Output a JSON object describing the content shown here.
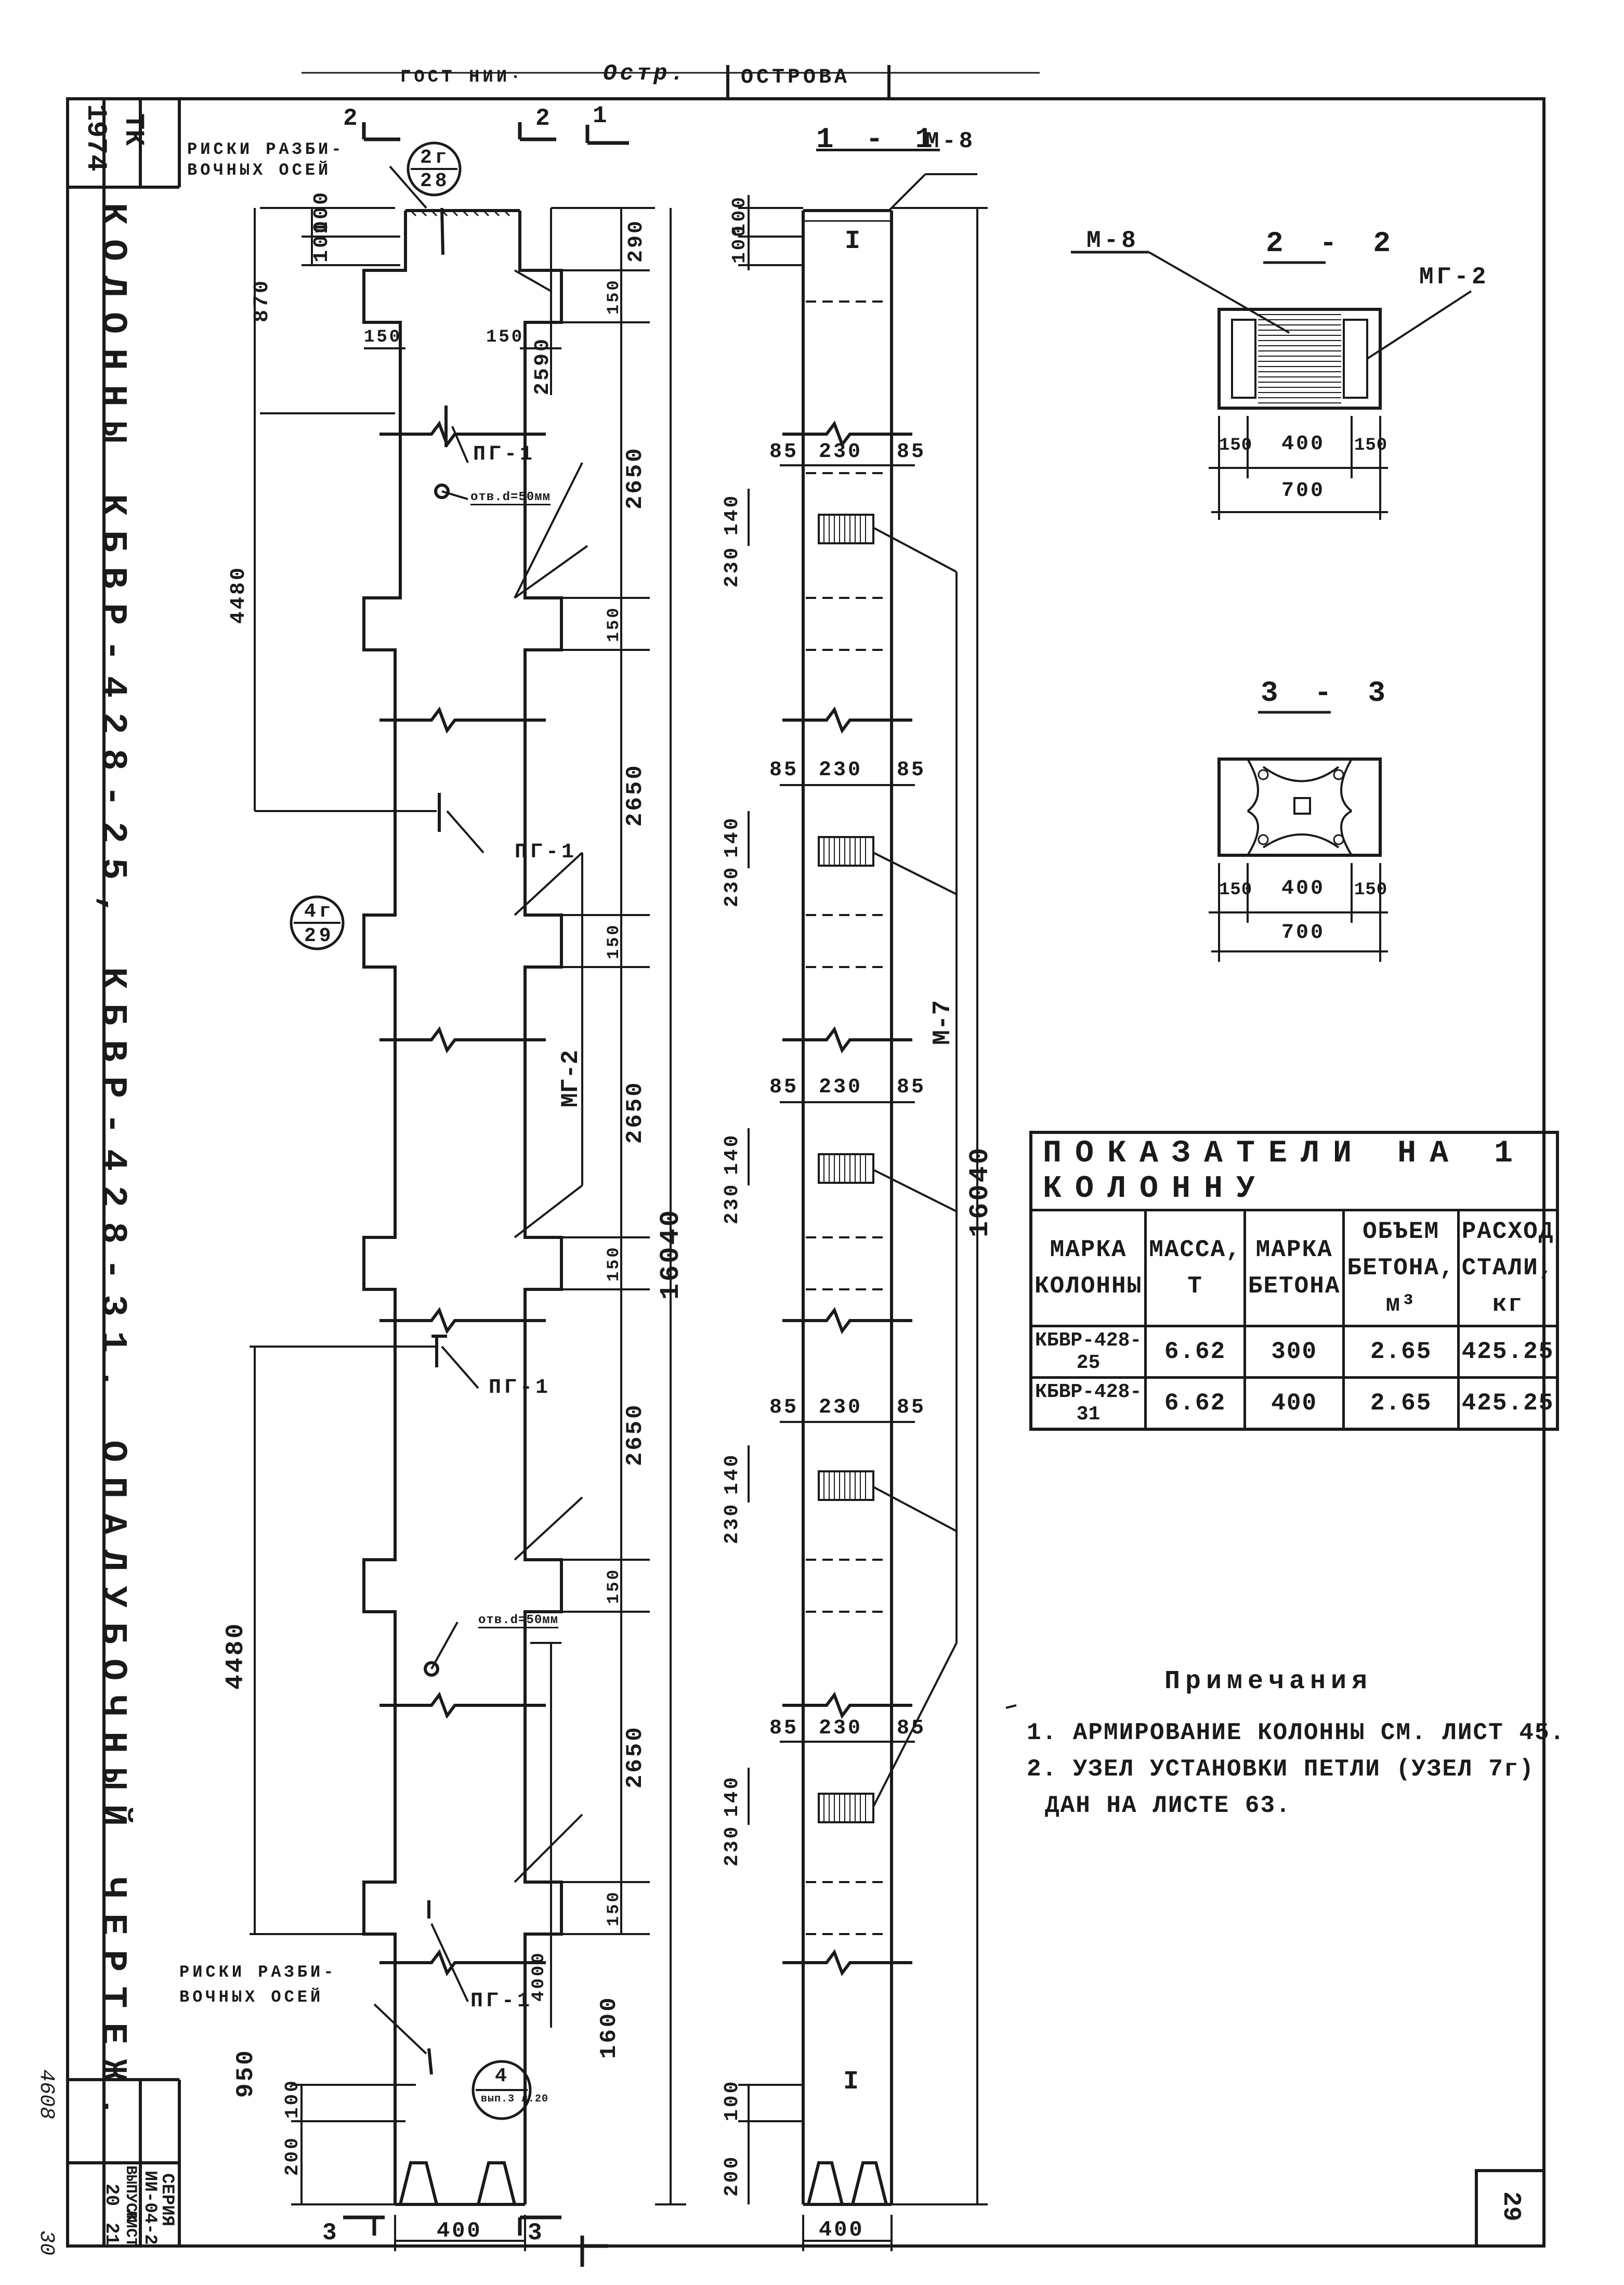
{
  "header": {
    "top_left_fragment": "ГОСТ НИИ·",
    "top_stamp": "Остр.",
    "top_right": "ОСТРОВА"
  },
  "side_stamp": {
    "year": "1974",
    "tk": "ТК",
    "title": "КОЛОННЫ КБВР-428-25, КБВР-428-31. ОПАЛУБОЧНЫЙ ЧЕРТЕЖ.",
    "series_label": "СЕРИЯ",
    "series_value": "ИИ-04-2",
    "issue_label": "ВЫПУСК",
    "issue_value": "20",
    "sheet_label": "ЛИСТ",
    "sheet_value": "21",
    "doc_number": "4608",
    "doc_number2": "30"
  },
  "elevation": {
    "axis_top": "РИСКИ РАЗБИ- ВОЧНЫХ ОСЕЙ",
    "axis_bottom": "РИСКИ РАЗБИ- ВОЧНЫХ ОСЕЙ",
    "section_2": "2",
    "section_1": "1",
    "section_3": "3",
    "callout_2g_top": "2г",
    "callout_2g_bottom": "28",
    "callout_4g_top": "4г",
    "callout_4g_bottom": "29",
    "callout_4_top": "4",
    "callout_4_bottom": "вып.3 л.20",
    "pg1": "ПГ-1",
    "mg2": "МГ-2",
    "hole_note": "отв.d=50мм",
    "dims": {
      "d100a": "100",
      "d100b": "100",
      "d870": "870",
      "d4480_top": "4480",
      "d4480_bot": "4480",
      "d150l": "150",
      "d150r": "150",
      "d290": "290",
      "d2590": "2590",
      "d150_1": "150",
      "d150_2": "150",
      "d150_3": "150",
      "d150_4": "150",
      "d150_5": "150",
      "d150_6": "150",
      "d2650_1": "2650",
      "d2650_2": "2650",
      "d2650_3": "2650",
      "d2650_4": "2650",
      "d2650_5": "2650",
      "d4000": "4000",
      "d1600": "1600",
      "d950": "950",
      "d200": "200",
      "d100c": "100",
      "d400": "400",
      "d16040": "16040"
    }
  },
  "section_1_1": {
    "title": "1 - 1",
    "m8": "М-8",
    "m7": "М-7",
    "d100a": "100",
    "d100b": "100",
    "d85l": "85",
    "d230": "230",
    "d85r": "85",
    "d230v": "230",
    "d140": "140",
    "d200": "200",
    "d100c": "100",
    "d400": "400",
    "d16040": "16040",
    "mark_I_top": "I",
    "mark_I_bot": "I"
  },
  "section_2_2": {
    "title": "2 - 2",
    "m8": "М-8",
    "mg2": "МГ-2",
    "d150l": "150",
    "d400": "400",
    "d150r": "150",
    "d700": "700"
  },
  "section_3_3": {
    "title": "3 - 3",
    "d150l": "150",
    "d400": "400",
    "d150r": "150",
    "d700": "700"
  },
  "table": {
    "title": "ПОКАЗАТЕЛИ НА 1 КОЛОННУ",
    "headers": [
      "МАРКА КОЛОННЫ",
      "МАССА, Т",
      "МАРКА БЕТОНА",
      "ОБЪЕМ БЕТОНА, м³",
      "РАСХОД СТАЛИ, кг"
    ],
    "rows": [
      [
        "КБВР-428-25",
        "6.62",
        "300",
        "2.65",
        "425.25"
      ],
      [
        "КБВР-428-31",
        "6.62",
        "400",
        "2.65",
        "425.25"
      ]
    ]
  },
  "notes": {
    "title": "Примечания",
    "line1": "1. АРМИРОВАНИЕ КОЛОННЫ СМ. ЛИСТ 45.",
    "line2": "2. УЗЕЛ УСТАНОВКИ ПЕТЛИ (УЗЕЛ 7г)",
    "line3": "ДАН НА ЛИСТЕ 63."
  },
  "page_number": "29"
}
